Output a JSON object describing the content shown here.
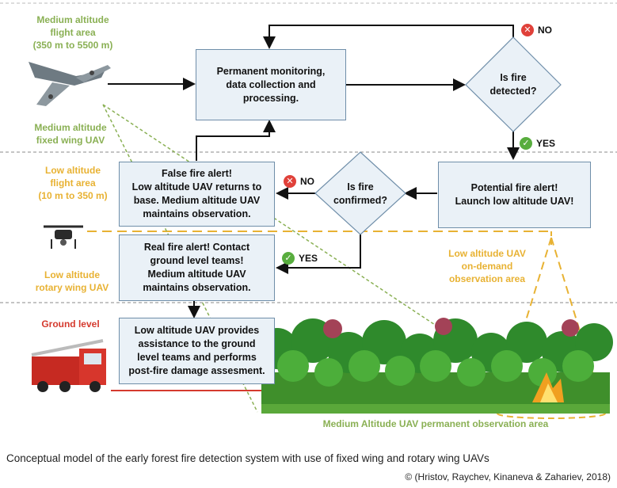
{
  "zones": {
    "medium": {
      "title": "Medium altitude\nflight area\n(350 m to 5500 m)",
      "uav_label": "Medium altitude\nfixed wing UAV"
    },
    "low": {
      "title": "Low altitude\nflight area\n(10 m to 350 m)",
      "uav_label": "Low altitude\nrotary wing UAV"
    },
    "ground": {
      "title": "Ground level"
    }
  },
  "boxes": {
    "monitoring": "Permanent monitoring,\ndata collection and\nprocessing.",
    "potential": "Potential fire alert!\nLaunch low altitude UAV!",
    "false_alert": "False fire alert!\nLow altitude UAV returns to\nbase. Medium altitude UAV\nmaintains observation.",
    "real_alert": "Real fire alert! Contact\nground level teams!\nMedium altitude UAV\nmaintains observation.",
    "assistance": "Low altitude UAV provides\nassistance to the ground\nlevel teams and performs\npost-fire damage assesment."
  },
  "decisions": {
    "detected": "Is fire\ndetected?",
    "confirmed": "Is fire\nconfirmed?"
  },
  "badges": {
    "detected_no": "NO",
    "detected_yes": "YES",
    "confirmed_no": "NO",
    "confirmed_yes": "YES"
  },
  "areas": {
    "low_observation": "Low altitude UAV\non-demand\nobservation area",
    "medium_observation": "Medium Altitude UAV permanent observation area"
  },
  "caption": "Conceptual model of the early forest fire detection system with use of fixed wing and rotary wing UAVs",
  "credit": "© (Hristov, Raychev, Kinaneva & Zahariev, 2018)",
  "colors": {
    "box_fill": "#eaf1f7",
    "box_border": "#6f8ea9",
    "medium_zone": "#8ab054",
    "low_zone": "#e8b233",
    "ground": "#d53a2e"
  }
}
